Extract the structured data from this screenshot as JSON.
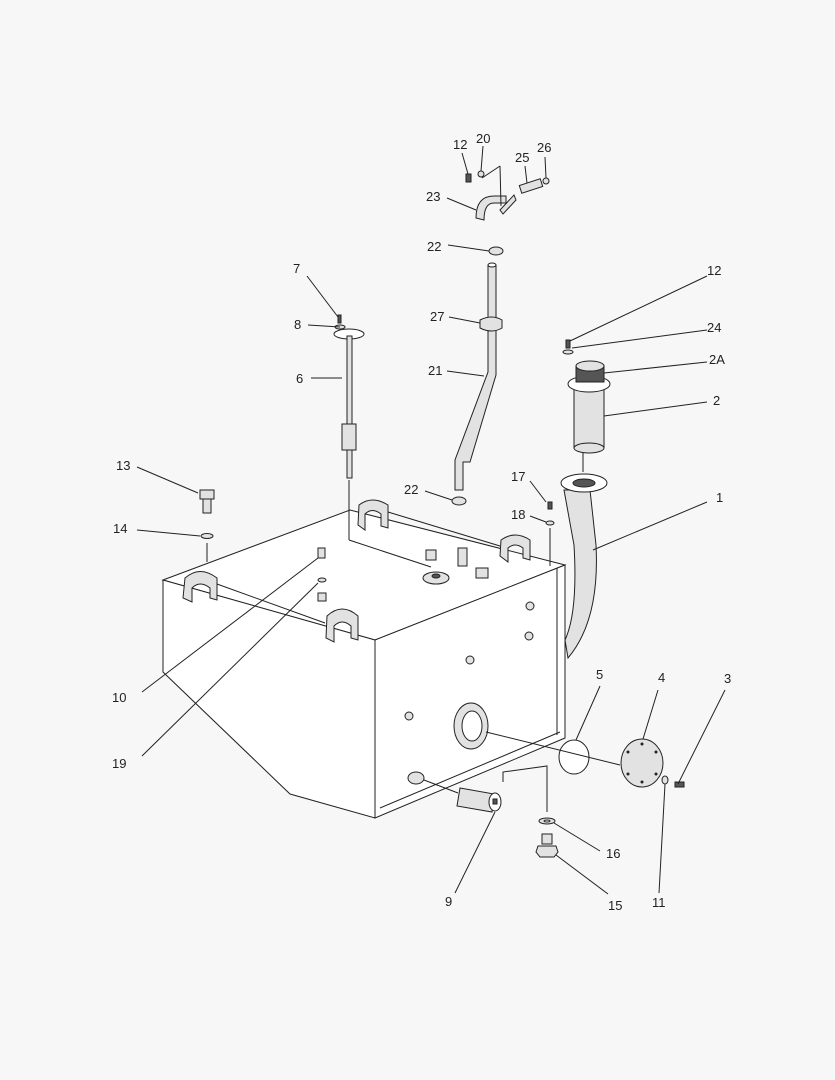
{
  "callouts": {
    "c1": "1",
    "c2": "2",
    "c2a": "2A",
    "c3": "3",
    "c4": "4",
    "c5": "5",
    "c6": "6",
    "c7": "7",
    "c8": "8",
    "c9": "9",
    "c10": "10",
    "c11": "11",
    "c12a": "12",
    "c12b": "12",
    "c13": "13",
    "c14": "14",
    "c15": "15",
    "c16": "16",
    "c17": "17",
    "c18": "18",
    "c19": "19",
    "c20": "20",
    "c21": "21",
    "c22a": "22",
    "c22b": "22",
    "c23": "23",
    "c24": "24",
    "c25": "25",
    "c26": "26",
    "c27": "27"
  }
}
